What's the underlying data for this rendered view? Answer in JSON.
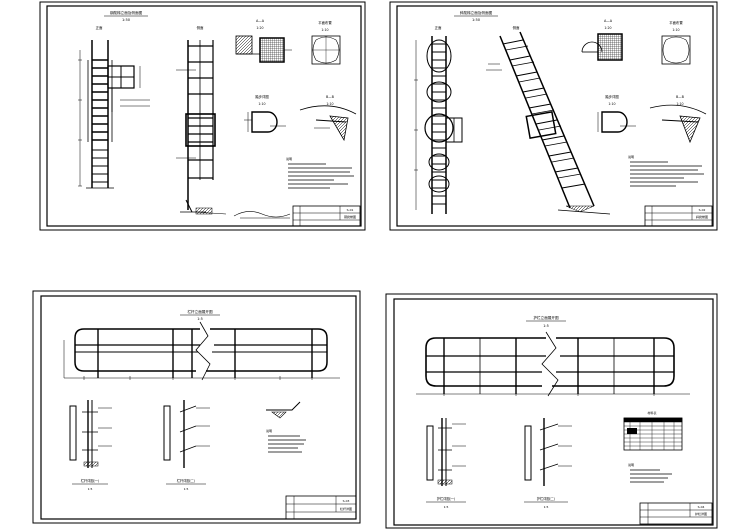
{
  "sheets": [
    {
      "id": "sheet-1",
      "title": "钢爬梯立面及侧面图",
      "scale": "1:50",
      "views": [
        {
          "label": "正面",
          "scale": ""
        },
        {
          "label": "侧面",
          "scale": ""
        },
        {
          "label": "A—A",
          "scale": "1:20"
        },
        {
          "label": "平面布置",
          "scale": "1:10"
        },
        {
          "label": "踏步详图",
          "scale": "1:10"
        },
        {
          "label": "B—B",
          "scale": "1:10"
        }
      ],
      "notes_heading": "说明",
      "titleblock": {
        "drawing_no": "S-01",
        "name": "钢爬梯图"
      }
    },
    {
      "id": "sheet-2",
      "title": "斜爬梯立面及侧面图",
      "scale": "1:50",
      "views": [
        {
          "label": "正面",
          "scale": ""
        },
        {
          "label": "侧面",
          "scale": ""
        },
        {
          "label": "A—A",
          "scale": "1:20"
        },
        {
          "label": "平面布置",
          "scale": "1:10"
        },
        {
          "label": "踏步详图",
          "scale": "1:10"
        },
        {
          "label": "B—B",
          "scale": "1:10"
        }
      ],
      "notes_heading": "说明",
      "titleblock": {
        "drawing_no": "S-02",
        "name": "斜爬梯图"
      }
    },
    {
      "id": "sheet-3",
      "title": "栏杆立面展开图",
      "scale": "1:5",
      "details": [
        {
          "label": "栏杆详图(一)",
          "scale": "1:5"
        },
        {
          "label": "栏杆详图(二)",
          "scale": "1:5"
        }
      ],
      "notes_heading": "说明",
      "titleblock": {
        "drawing_no": "S-03",
        "name": "栏杆详图"
      }
    },
    {
      "id": "sheet-4",
      "title": "护栏立面展开图",
      "scale": "1:5",
      "details": [
        {
          "label": "护栏详图(一)",
          "scale": "1:5"
        },
        {
          "label": "护栏详图(二)",
          "scale": "1:5"
        }
      ],
      "table_heading": "材料表",
      "notes_heading": "说明",
      "titleblock": {
        "drawing_no": "S-04",
        "name": "护栏详图"
      }
    }
  ]
}
